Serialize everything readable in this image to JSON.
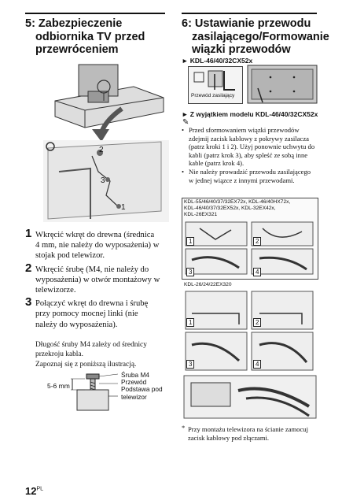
{
  "left_section": {
    "title_lines": [
      "5: Zabezpieczenie",
      "odbiornika TV przed",
      "przewróceniem"
    ],
    "steps": [
      {
        "num": "1",
        "lines": [
          "Wkręcić wkręt do drewna (średnica",
          "4 mm, nie należy do wyposażenia) w",
          "stojak pod telewizor."
        ]
      },
      {
        "num": "2",
        "lines": [
          "Wkręcić śrubę (M4, nie należy do",
          "wyposażenia) w otwór montażowy w",
          "telewizorze."
        ]
      },
      {
        "num": "3",
        "lines": [
          "Połączyć wkręt do drewna i śrubę",
          "przy pomocy mocnej linki (nie",
          "należy do wyposażenia)."
        ]
      }
    ],
    "screw_note_lines": [
      "Długość śruby M4 zależy od średnicy",
      "przekroju kabla.",
      "Zapoznaj się z poniższą ilustracją."
    ],
    "figure_labels": {
      "mark_2": "2",
      "mark_3": "3",
      "mark_1": "1",
      "screw": "Śruba M4",
      "cable": "Przewód",
      "stand": "Podstawa pod telewizor",
      "size": "5-6 mm"
    }
  },
  "right_section": {
    "title_lines": [
      "6: Ustawianie przewodu",
      "zasilającego/Formowanie",
      "wiązki przewodów"
    ],
    "model_line_1": "KDL-46/40/32CX52x",
    "power_cord_label": "Przewód zasilający",
    "model_line_2": "Z wyjątkiem modelu KDL-46/40/32CX52x",
    "notes": [
      "Przed sformowaniem wiązki przewodów zdejmij zacisk kablowy z pokrywy zasilacza (patrz kroki 1 i 2). Użyj ponownie uchwytu do kabli (patrz krok 3), aby spleść ze sobą inne kable (patrz krok 4).",
      "Nie należy prowadzić przewodu zasilającego w jednej wiązce z innymi przewodami."
    ],
    "box1_models": [
      "KDL-55/46/40/37/32EX72x, KDL-46/40HX72x,",
      "KDL-46/40/37/32EX52x, KDL-32EX42x,",
      "KDL-26EX321"
    ],
    "box2_models": [
      "KDL-26/24/22EX320"
    ],
    "panel_nums": [
      "1",
      "2",
      "3",
      "4"
    ],
    "footnote_lines": [
      "Przy montażu telewizora na ścianie zamocuj",
      "zacisk kablowy pod złączami."
    ],
    "footnote_mark": "*"
  },
  "footer": {
    "page_number": "12",
    "page_suffix": "PL"
  }
}
